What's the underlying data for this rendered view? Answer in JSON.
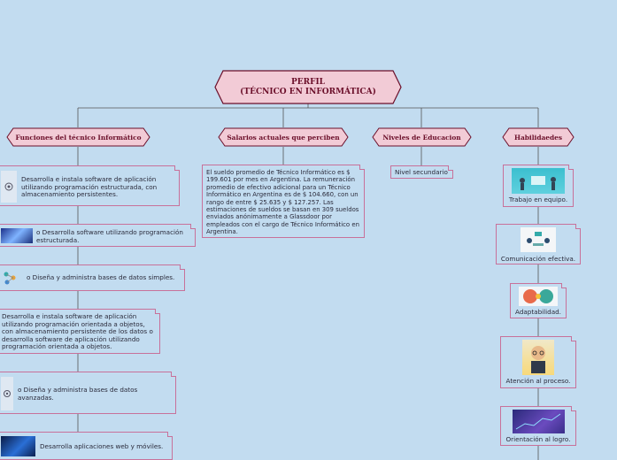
{
  "root": {
    "line1": "PERFIL",
    "line2": "(TÉCNICO EN INFORMÁTICA)"
  },
  "branches": [
    {
      "label": "Funciones del técnico Informático"
    },
    {
      "label": "Salarios actuales que perciben"
    },
    {
      "label": "Niveles de Educacion"
    },
    {
      "label": "Habilidaedes"
    }
  ],
  "funciones": [
    {
      "text": "Desarrolla e instala software de aplicación utilizando programación estructurada, con almacenamiento persistentes.",
      "icon": "gear-icon"
    },
    {
      "text": "o Desarrolla software utilizando programación estructurada.",
      "icon": "circuit-image"
    },
    {
      "text": "o Diseña y administra bases de datos simples.",
      "icon": "network-icon"
    },
    {
      "text": "Desarrolla e instala software de aplicación utilizando programación orientada a objetos, con almacenamiento persistente de los datos o desarrolla software de aplicación utilizando programación orientada a objetos.",
      "icon": ""
    },
    {
      "text": "o Diseña y administra bases de datos avanzadas.",
      "icon": "gear-icon"
    },
    {
      "text": "Desarrolla aplicaciones web y móviles.",
      "icon": "code-screen-image"
    }
  ],
  "salario": "El sueldo promedio de Técnico Informático es $ 199.601 por mes en Argentina. La remuneración promedio de efectivo adicional para un Técnico Informático en Argentina es de $ 104.660, con un rango de entre $ 25.635 y $ 127.257. Las estimaciones de sueldos se basan en 309 sueldos enviados anónimamente a Glassdoor por empleados con el cargo de Técnico Informático en Argentina.",
  "educacion": "Nivel secundario",
  "habilidades": [
    {
      "label": "Trabajo en equipo.",
      "icon": "team-image"
    },
    {
      "label": "Comunicación efectiva.",
      "icon": "meeting-image"
    },
    {
      "label": "Adaptabilidad.",
      "icon": "heads-image"
    },
    {
      "label": "Atención al proceso.",
      "icon": "thinker-image"
    },
    {
      "label": "Orientación al logro.",
      "icon": "chart-image"
    }
  ],
  "colors": {
    "background": "#c2dcf0",
    "hex_fill": "#f2cbd6",
    "border": "#6b0f2a",
    "card_border": "#c8719a"
  }
}
